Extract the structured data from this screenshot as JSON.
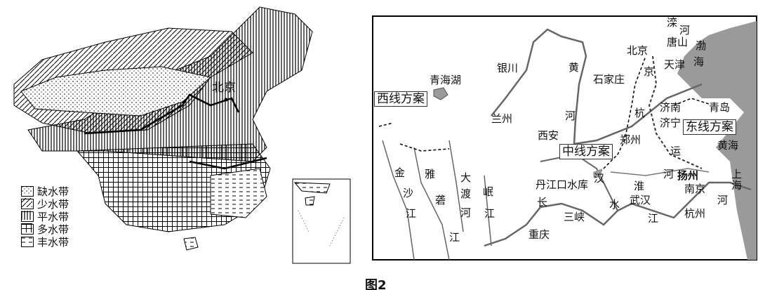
{
  "left_map": {
    "capital": "北京",
    "legend": [
      {
        "label": "缺水带",
        "pattern": "dots"
      },
      {
        "label": "少水带",
        "pattern": "diagonal"
      },
      {
        "label": "平水带",
        "pattern": "vertical"
      },
      {
        "label": "多水带",
        "pattern": "grid"
      },
      {
        "label": "丰水带",
        "pattern": "dashes"
      }
    ]
  },
  "right_map": {
    "schemes": {
      "west": "西线方案",
      "middle": "中线方案",
      "east": "东线方案"
    },
    "cities": [
      "北京",
      "天津",
      "唐山",
      "石家庄",
      "济南",
      "青岛",
      "济宁",
      "银川",
      "兰州",
      "西安",
      "郑州",
      "扬州",
      "南京",
      "上海",
      "杭州",
      "武汉",
      "重庆"
    ],
    "water": {
      "qinghai_lake": "青海湖",
      "bohai": [
        "渤",
        "海"
      ],
      "yellow_sea": "黄海",
      "danjiangkou": "丹江口水库",
      "three_gorges": "三峡"
    },
    "rivers": {
      "luanhe": [
        "滦",
        "河"
      ],
      "huanghe": [
        "黄",
        "河"
      ],
      "jinghang": [
        "京",
        "杭",
        "运",
        "河"
      ],
      "jinsha": [
        "金",
        "沙",
        "江"
      ],
      "yalong": [
        "雅",
        "砻",
        "江"
      ],
      "dadu": [
        "大",
        "渡",
        "河"
      ],
      "minjiang": [
        "岷",
        "江"
      ],
      "hanshui": [
        "汉",
        "水"
      ],
      "huaihe": [
        "淮",
        "河"
      ],
      "changjiang": [
        "长",
        "江"
      ]
    },
    "colors": {
      "water": "#9a9a9a",
      "river": "#666666"
    }
  },
  "caption": "图2"
}
